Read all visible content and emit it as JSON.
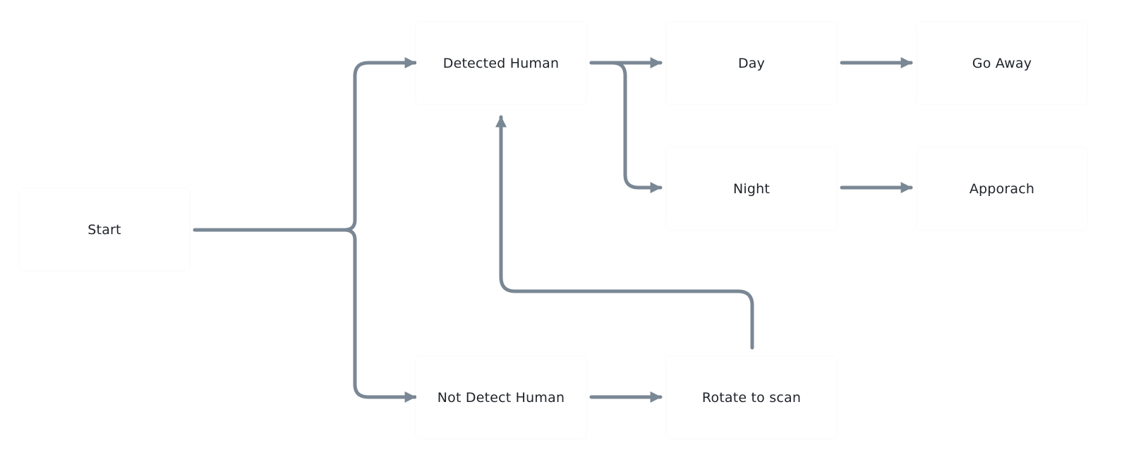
{
  "nodes": {
    "start": "Start",
    "detected_human": "Detected Human",
    "not_detect_human": "Not Detect Human",
    "day": "Day",
    "night": "Night",
    "rotate_to_scan": "Rotate to scan",
    "go_away": "Go Away",
    "approach": "Apporach"
  },
  "edges": [
    {
      "from": "start",
      "to": "detected_human"
    },
    {
      "from": "start",
      "to": "not_detect_human"
    },
    {
      "from": "detected_human",
      "to": "day"
    },
    {
      "from": "detected_human",
      "to": "night"
    },
    {
      "from": "day",
      "to": "go_away"
    },
    {
      "from": "night",
      "to": "approach"
    },
    {
      "from": "not_detect_human",
      "to": "rotate_to_scan"
    },
    {
      "from": "rotate_to_scan",
      "to": "detected_human"
    }
  ],
  "colors": {
    "connector": "#7a8794",
    "node_text": "#1f2329",
    "background": "#ffffff"
  }
}
